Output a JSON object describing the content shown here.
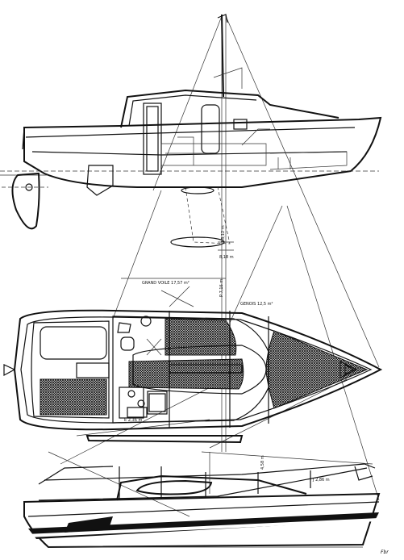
{
  "drawing": {
    "labels": {
      "mainsail_area": "GRAND VOILE 17,57 m²",
      "genoa_area": "GENOIS 12,5 m²",
      "dim_upper": "8,18 m",
      "dim_e": "E 2,36 m",
      "dim_i": "I 8,12 m",
      "dim_j": "J 2,86 m",
      "dim_p": "P 7,16 m",
      "dim_lower": "4,58 m",
      "signature": "Fbr"
    },
    "colors": {
      "ink": "#111111",
      "paper": "#ffffff"
    }
  }
}
